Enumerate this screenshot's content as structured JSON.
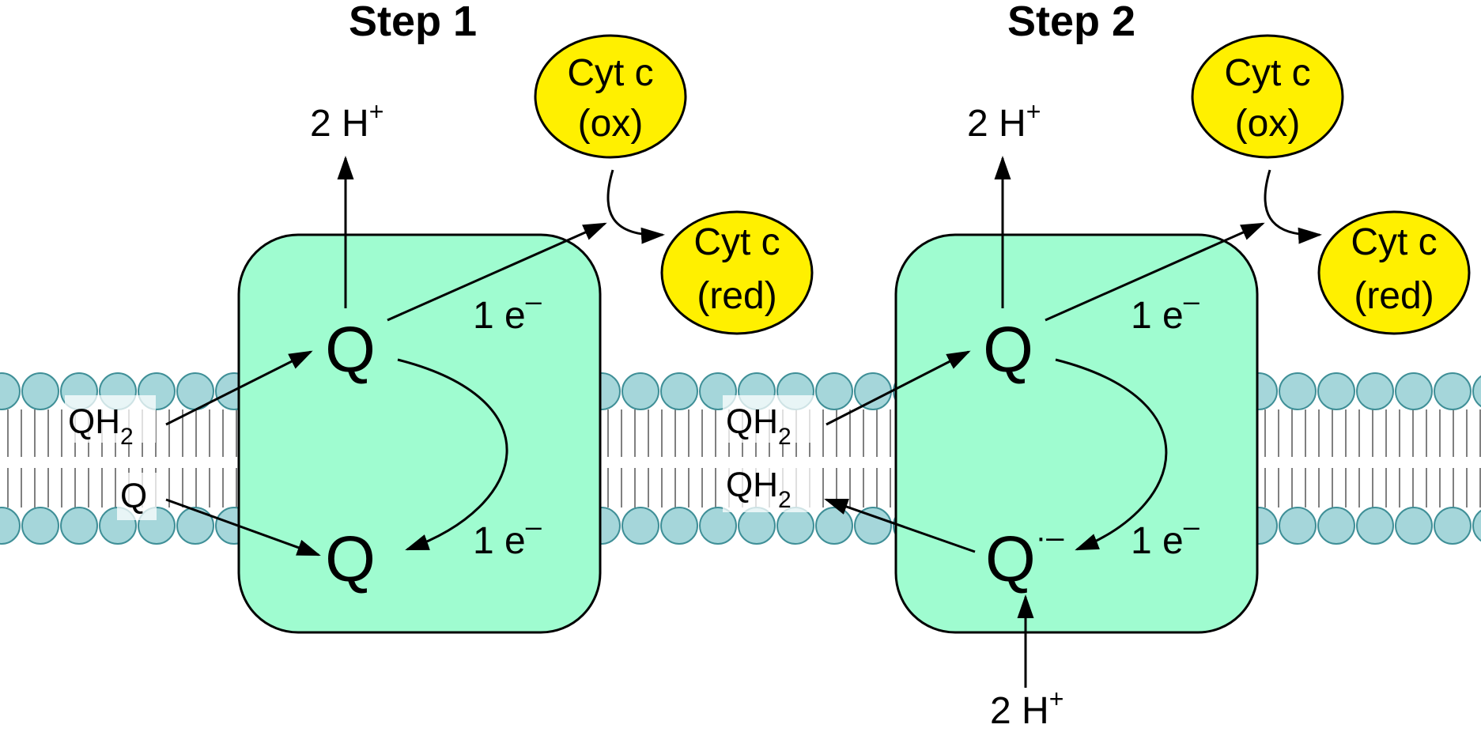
{
  "diagram": {
    "steps": [
      {
        "title": "Step 1",
        "proton_out": "2 H",
        "proton_out_sup": "+",
        "cyt_ox": [
          "Cyt c",
          "(ox)"
        ],
        "cyt_red": [
          "Cyt c",
          "(red)"
        ],
        "q_top": "Q",
        "q_bottom": "Q",
        "electron_top": "1 e",
        "electron_top_sup": "–",
        "electron_bottom": "1 e",
        "electron_bottom_sup": "–",
        "membrane_upper_label": "QH",
        "membrane_upper_sub": "2",
        "membrane_lower_label": "Q",
        "membrane_lower_sub": ""
      },
      {
        "title": "Step 2",
        "proton_out": "2 H",
        "proton_out_sup": "+",
        "cyt_ox": [
          "Cyt c",
          "(ox)"
        ],
        "cyt_red": [
          "Cyt c",
          "(red)"
        ],
        "q_top": "Q",
        "q_bottom": "Q",
        "q_bottom_sup": "·–",
        "electron_top": "1 e",
        "electron_top_sup": "–",
        "electron_bottom": "1 e",
        "electron_bottom_sup": "–",
        "membrane_upper_label": "QH",
        "membrane_upper_sub": "2",
        "membrane_lower_label": "QH",
        "membrane_lower_sub": "2",
        "proton_in": "2 H",
        "proton_in_sup": "+"
      }
    ],
    "colors": {
      "complex": "#9ffcd0",
      "cytochrome": "#fff000",
      "lipid_head": "#a5d6da",
      "lipid_head_stroke": "#3f8f97",
      "outline": "#000000"
    }
  }
}
